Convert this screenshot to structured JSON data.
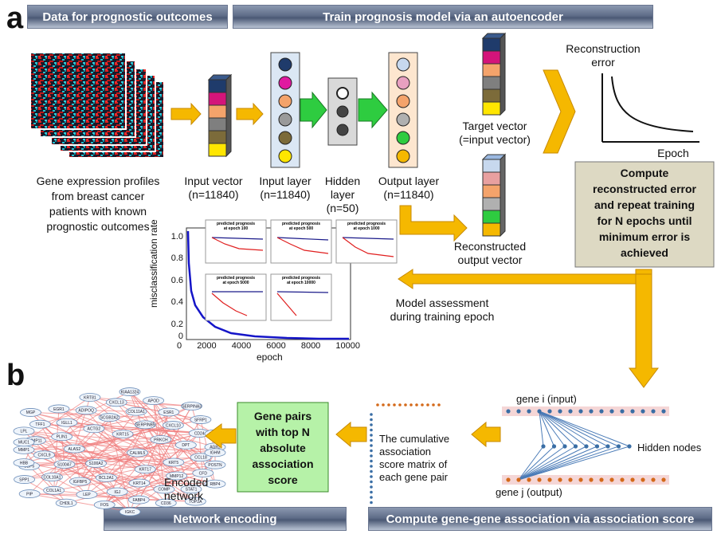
{
  "panel_letters": {
    "a": "a",
    "b": "b"
  },
  "banners": {
    "data_outcomes": "Data for prognostic outcomes",
    "train_model": "Train prognosis model  via an autoencoder",
    "network_encoding": "Network encoding",
    "gene_association": "Compute gene-gene association via association score"
  },
  "labels": {
    "gene_expression": [
      "Gene expression profiles",
      "from breast cancer",
      "patients with known",
      "prognostic outcomes"
    ],
    "input_vector": [
      "Input vector",
      "(n=11840)"
    ],
    "input_layer": [
      "Input layer",
      "(n=11840)"
    ],
    "hidden_layer": [
      "Hidden",
      "layer",
      "(n=50)"
    ],
    "output_layer": [
      "Output layer",
      "(n=11840)"
    ],
    "target_vector": [
      "Target vector",
      "(=input vector)"
    ],
    "reconstructed_vector": [
      "Reconstructed",
      "output vector"
    ],
    "reconstruction_error": [
      "Reconstruction",
      "error"
    ],
    "epoch": "Epoch",
    "model_assessment": [
      "Model assessment",
      "during training epoch"
    ],
    "encoded_network": [
      "Encoded",
      "network"
    ],
    "cumulative_matrix": [
      "The cumulative",
      "association",
      "score matrix of",
      "each gene pair"
    ],
    "gene_i": "gene i (input)",
    "gene_j": "gene j (output)",
    "hidden_nodes": "Hidden nodes"
  },
  "boxes": {
    "compute_error": [
      "Compute",
      "reconstructed error",
      "and repeat training",
      "for N epochs until",
      "minimum error is",
      "achieved"
    ],
    "gene_pairs": [
      "Gene pairs",
      "with top N",
      "absolute",
      "association",
      "score"
    ]
  },
  "plot_labels": {
    "ylabel": "misclassification rate",
    "xlabel": "epoch",
    "yticks": [
      "0",
      "0.2",
      "0.4",
      "0.6",
      "0.8",
      "1.0"
    ],
    "xticks": [
      "0",
      "2000",
      "4000",
      "6000",
      "8000",
      "10000"
    ]
  },
  "survival_titles": [
    [
      "predicted prognosis",
      "at epoch 100"
    ],
    [
      "predicted prognosis",
      "at epoch 500"
    ],
    [
      "predicted prognosis",
      "at epoch 1000"
    ],
    [
      "predicted prognosis",
      "at epoch 5000"
    ],
    [
      "predicted prognosis",
      "at epoch 10000"
    ]
  ],
  "colors": {
    "arrow_orange": "#f5b800",
    "arrow_green": "#2ecc40",
    "box_tan": "#ddd9c3",
    "box_green": "#b6f2a8",
    "node_blue": "#3a6ea5",
    "node_orange": "#d46a1a",
    "network_edge": "#f08080"
  },
  "network_genes": [
    "CALML5",
    "S100A2",
    "KRT15",
    "KRT17",
    "ALAS2",
    "PRKCH",
    "BCL2A1",
    "ACTG2",
    "KRT5",
    "S100A7",
    "SERPINB5",
    "KRT14",
    "PLIN1",
    "DPT",
    "IGFBP5",
    "SCGB2A2",
    "MMP12",
    "CXCL9",
    "CXCL10",
    "IGJ",
    "IGLL1",
    "CCL18",
    "COL10A1",
    "COL11A1",
    "COMP",
    "MMP11",
    "CD24",
    "LEP",
    "ADIPOQ",
    "CFD",
    "GBP5",
    "ESR1",
    "FABP4",
    "TFF1",
    "AGR2",
    "COL1A1",
    "CXCL13",
    "STAT1",
    "MMP1",
    "SFRP1",
    "FOS",
    "EGR1",
    "POSTN",
    "SPP1",
    "APOD",
    "CD36",
    "LPL",
    "CIDEA",
    "CHI3L1",
    "KRT81",
    "RBP4",
    "HBB",
    "SERPINA3",
    "IGKC",
    "MGP",
    "IGHM",
    "PIP",
    "KIAA1324",
    "TOP2A",
    "MUC1"
  ]
}
